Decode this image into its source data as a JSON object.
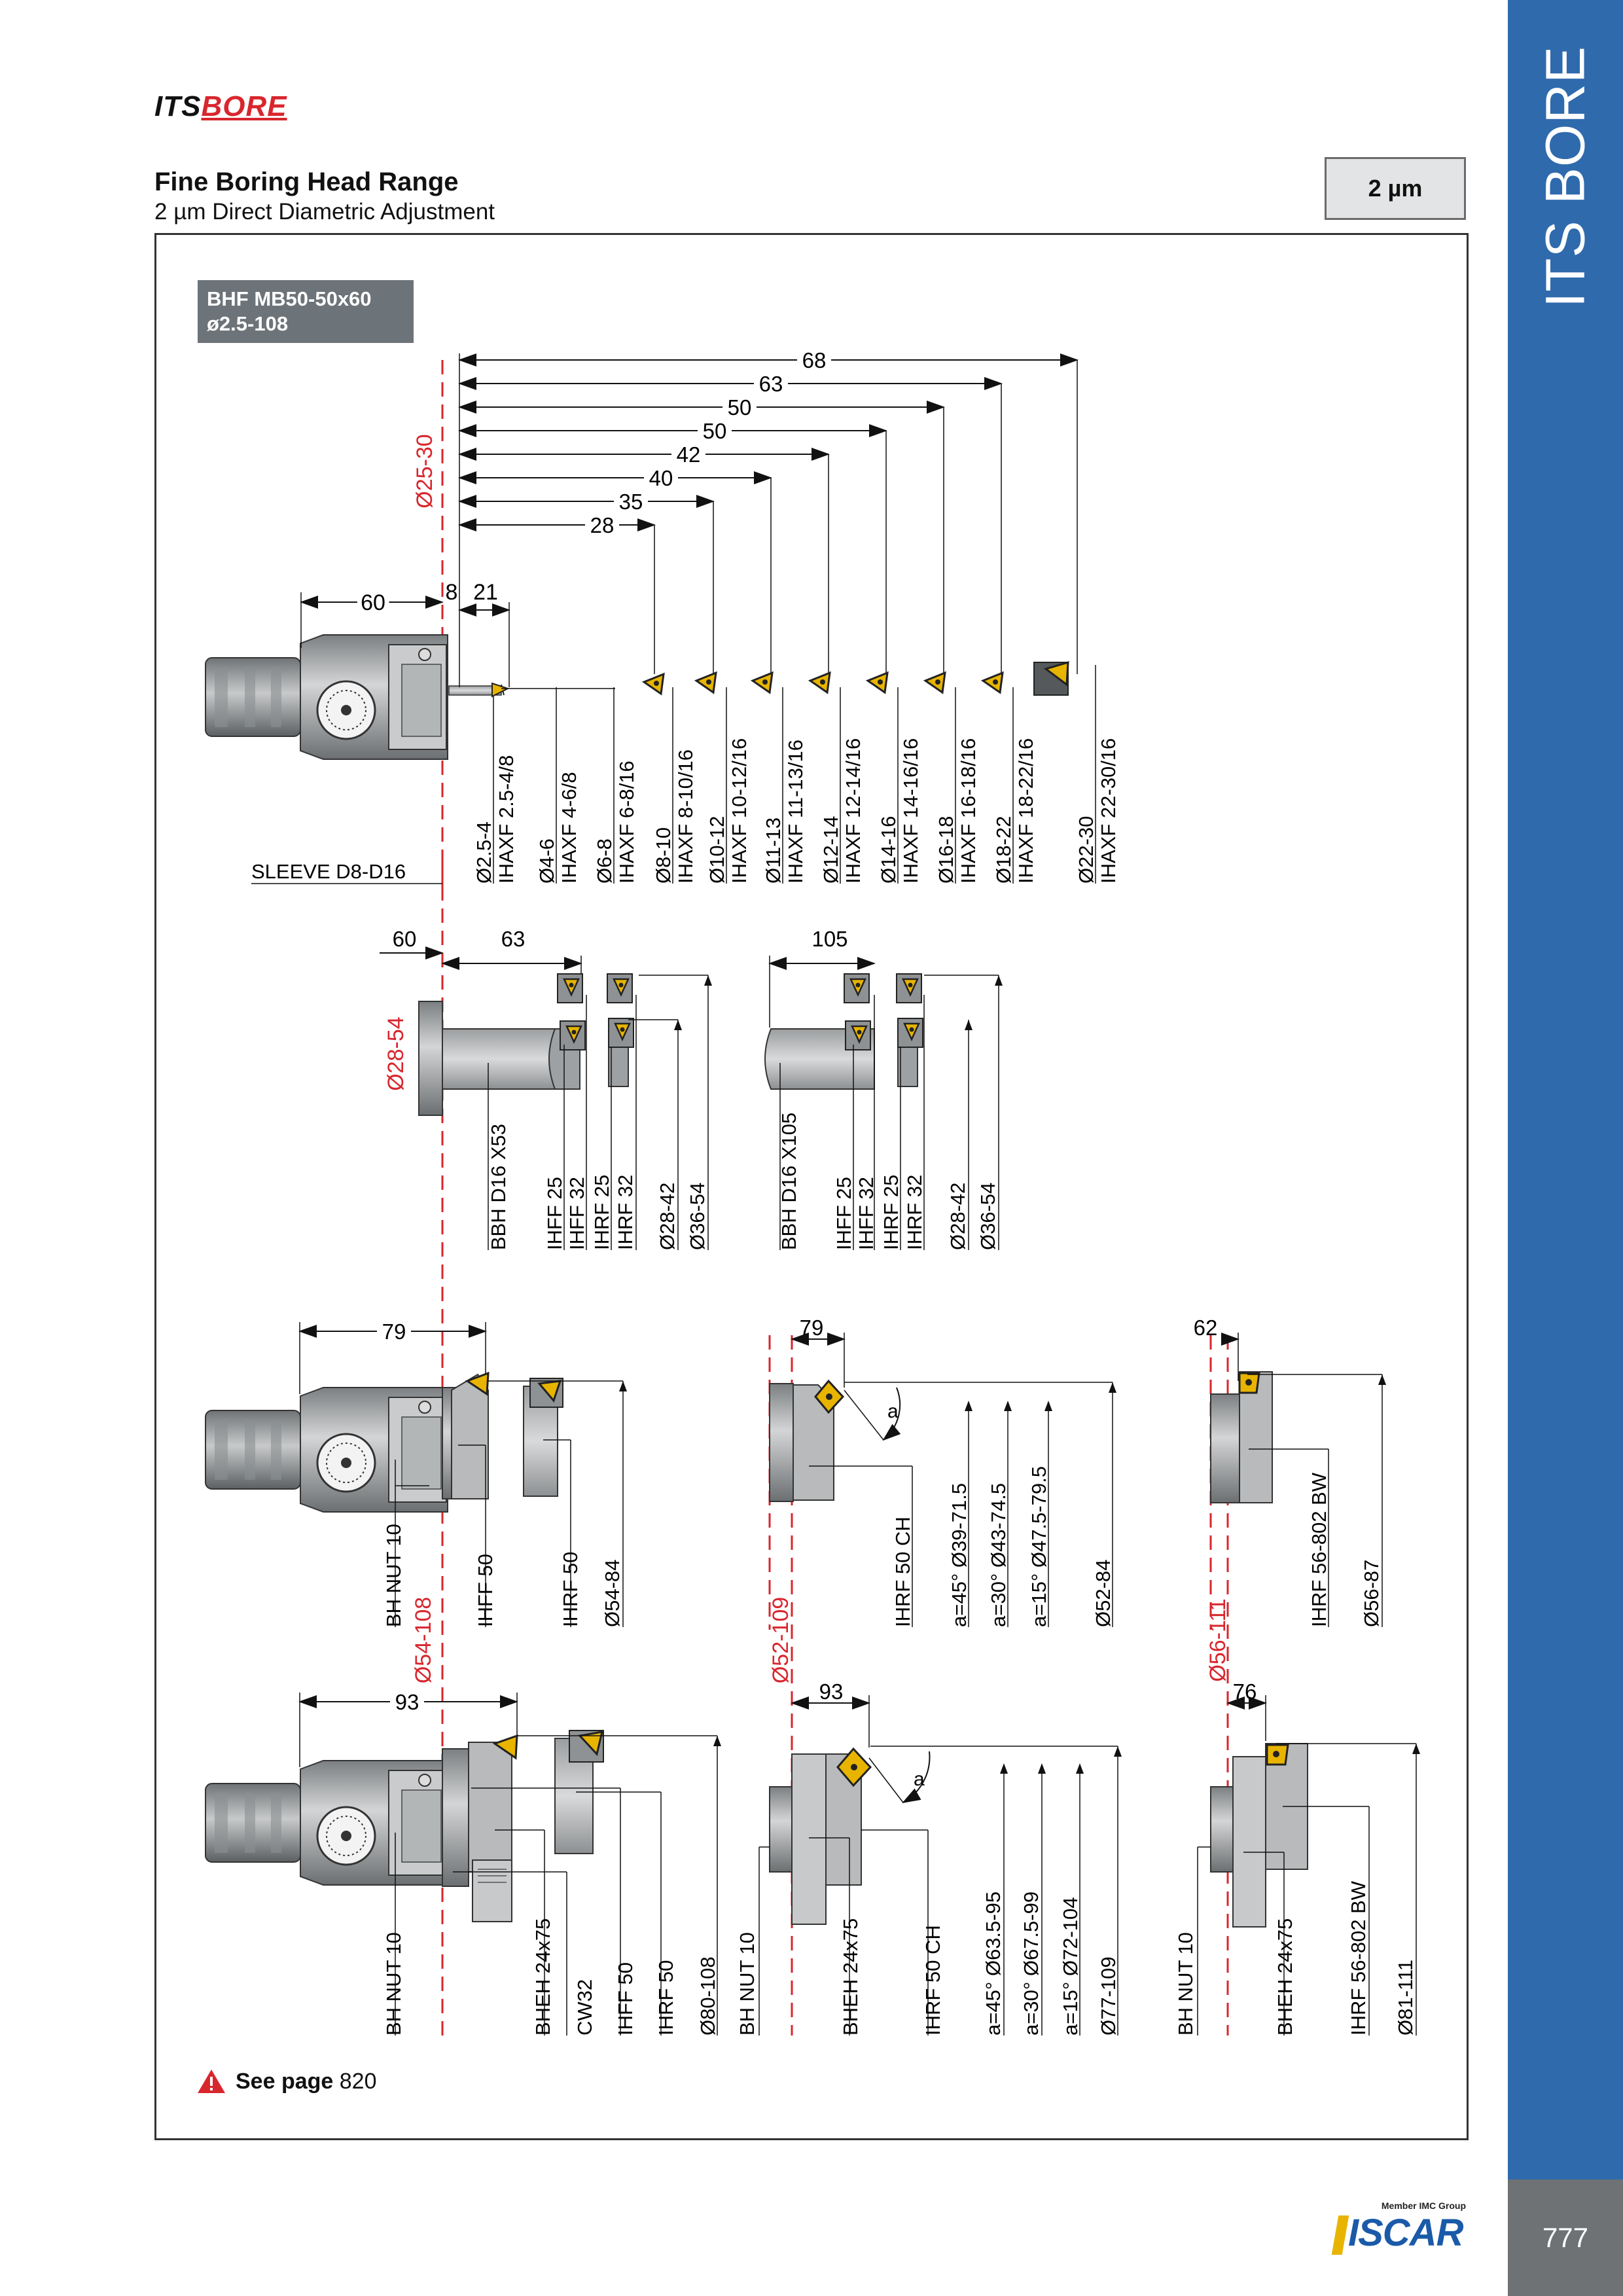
{
  "header": {
    "logo_its": "ITS",
    "logo_bore": "BORE",
    "title": "Fine Boring Head Range",
    "subtitle": "2 µm Direct Diametric Adjustment",
    "badge": "2 µm"
  },
  "sidebar": {
    "label": "ITS BORE",
    "page_number": "777"
  },
  "diagram": {
    "tag_line1": "BHF MB50-50x60",
    "tag_line2": "ø2.5-108",
    "top_dims": [
      "68",
      "63",
      "50",
      "50",
      "42",
      "40",
      "35",
      "28"
    ],
    "head_dims": [
      "60",
      "8",
      "21"
    ],
    "top_range": "Ø25-30",
    "sleeve": "SLEEVE D8-D16",
    "top_labels": [
      {
        "d": "Ø2.5-4",
        "t": "IHAXF  2.5-4/8"
      },
      {
        "d": "Ø4-6",
        "t": "IHAXF  4-6/8"
      },
      {
        "d": "Ø6-8",
        "t": "IHAXF  6-8/16"
      },
      {
        "d": "Ø8-10",
        "t": "IHAXF  8-10/16"
      },
      {
        "d": "Ø10-12",
        "t": "IHAXF  10-12/16"
      },
      {
        "d": "Ø11-13",
        "t": "IHAXF  11-13/16"
      },
      {
        "d": "Ø12-14",
        "t": "IHAXF  12-14/16"
      },
      {
        "d": "Ø14-16",
        "t": "IHAXF  14-16/16"
      },
      {
        "d": "Ø16-18",
        "t": "IHAXF  16-18/16"
      },
      {
        "d": "Ø18-22",
        "t": "IHAXF  18-22/16"
      },
      {
        "d": "Ø22-30",
        "t": "IHAXF  22-30/16"
      }
    ],
    "row2": {
      "dim_a": "60",
      "dim_b": "63",
      "dim_c": "105",
      "range": "Ø28-54",
      "labels_a": [
        "BBH D16  X53",
        "IHFF 25",
        "IHFF 32",
        "IHRF 25",
        "IHRF 32",
        "Ø28-42",
        "Ø36-54"
      ],
      "labels_b": [
        "BBH D16  X105",
        "IHFF 25",
        "IHFF 32",
        "IHRF 25",
        "IHRF 32",
        "Ø28-42",
        "Ø36-54"
      ]
    },
    "row3": {
      "dim_a": "79",
      "dim_b": "79",
      "dim_c": "62",
      "range_a": "Ø54-108",
      "range_b": "Ø52-109",
      "range_c": "Ø56-111",
      "labels_a": [
        "BH NUT 10",
        "IHFF 50",
        "IHRF 50",
        "Ø54-84"
      ],
      "labels_b": [
        "IHRF 50 CH",
        "a=45°  Ø39-71.5",
        "a=30°  Ø43-74.5",
        "a=15°  Ø47.5-79.5",
        "Ø52-84"
      ],
      "labels_c": [
        "IHRF 56-802 BW",
        "Ø56-87"
      ],
      "angle": "a"
    },
    "row4": {
      "dim_a": "93",
      "dim_b": "93",
      "dim_c": "76",
      "labels_a": [
        "BH NUT 10",
        "BHEH 24x75",
        "CW32",
        "IHFF 50",
        "IHRF 50",
        "Ø80-108"
      ],
      "labels_b": [
        "BH NUT 10",
        "BHEH 24x75",
        "IHRF 50 CH",
        "a=45°  Ø63.5-95",
        "a=30°  Ø67.5-99",
        "a=15°  Ø72-104",
        "Ø77-109"
      ],
      "labels_c": [
        "BH NUT 10",
        "BHEH 24x75",
        "IHRF 56-802 BW",
        "Ø81-111"
      ],
      "angle": "a"
    }
  },
  "footer": {
    "see_page_label": "See page",
    "see_page_number": "820",
    "iscar_tagline": "Member IMC Group",
    "iscar_logo": "ISCAR"
  },
  "colors": {
    "sidebar": "#2f6aad",
    "page_box": "#6e7275",
    "red_axis": "#d8262d",
    "insert_gold": "#e8b400",
    "tool_grey": "#8f9294"
  }
}
